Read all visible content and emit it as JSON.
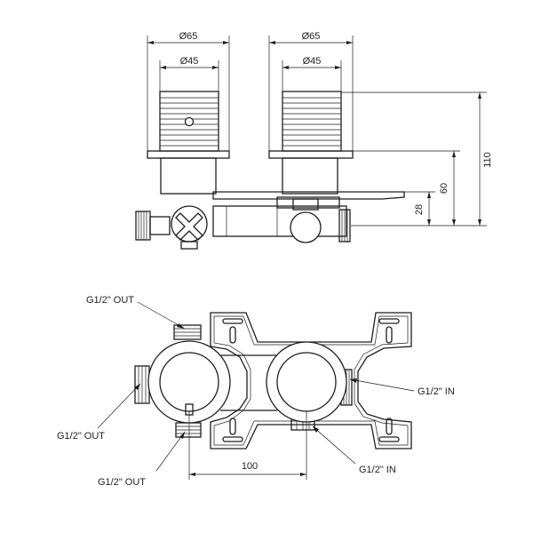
{
  "top_view": {
    "dim_d65_left": "Ø65",
    "dim_d45_left": "Ø45",
    "dim_d65_right": "Ø65",
    "dim_d45_right": "Ø45",
    "dim_110": "110",
    "dim_60": "60",
    "dim_28": "28"
  },
  "front_view": {
    "label_out_top": "G1/2\" OUT",
    "label_out_left": "G1/2\" OUT",
    "label_out_bottom": "G1/2\" OUT",
    "label_in_right": "G1/2\" IN",
    "label_in_bottom": "G1/2\" IN",
    "dim_100": "100"
  },
  "colors": {
    "line": "#1e1e1e",
    "background": "#ffffff"
  }
}
